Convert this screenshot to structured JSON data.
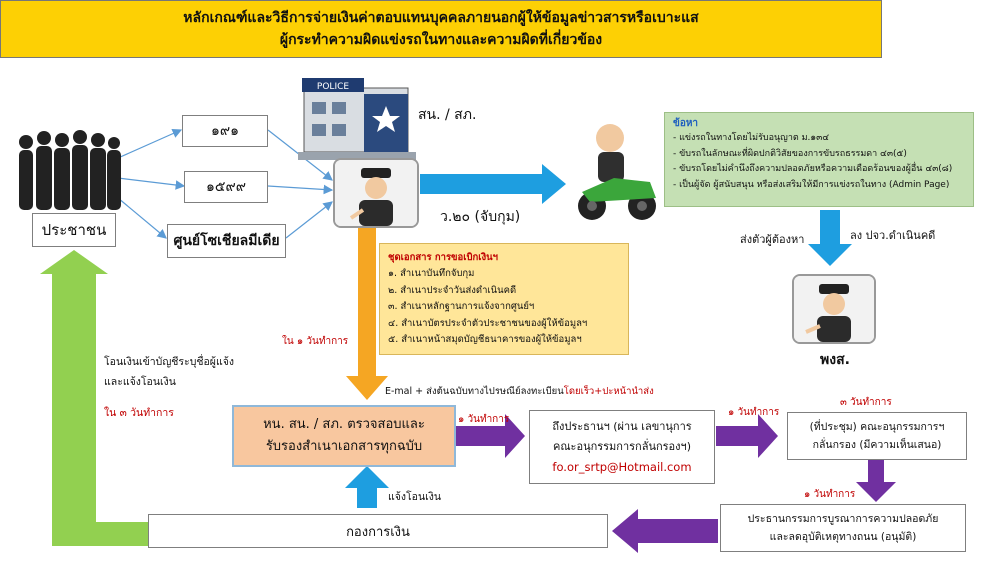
{
  "title": {
    "line1": "หลักเกณฑ์และวิธีการจ่ายเงินค่าตอบแทนบุคคลภายนอกผู้ให้ข้อมูลข่าวสารหรือเบาะแส",
    "line2": "ผู้กระทำความผิดแข่งรถในทางและความผิดที่เกี่ยวข้อง"
  },
  "people": {
    "label": "ประชาชน"
  },
  "channels": [
    "๑๙๑",
    "๑๕๙๙",
    "ศูนย์โซเชียลมีเดีย"
  ],
  "station": {
    "label": "สน. / สภ.",
    "sign": "POLICE"
  },
  "arrest": {
    "label": "ว.๒๐ (จับกุม)"
  },
  "charges": {
    "title": "ข้อหา",
    "items": [
      "- แข่งรถในทางโดยไม่รับอนุญาต ม.๑๓๔",
      "- ขับรถในลักษณะที่ผิดปกติวิสัยของการขับรถธรรมดา ๔๓(๕)",
      "- ขับรถโดยไม่คำนึงถึงความปลอดภัยหรือความเดือดร้อนของผู้อื่น ๔๓(๘)",
      "- เป็นผู้จัด ผู้สนับสนุน หรือส่งเสริมให้มีการแข่งรถในทาง (Admin Page)"
    ]
  },
  "to_prosecutor": {
    "left": "ส่งตัวผู้ต้องหา",
    "right": "ลง ปจว.ดำเนินคดี"
  },
  "prosecutor": {
    "label": "พงส."
  },
  "documents": {
    "title": "ชุดเอกสาร การขอเบิกเงินฯ",
    "items": [
      "๑. สำเนาบันทึกจับกุม",
      "๒. สำเนาประจำวันส่งดำเนินคดี",
      "๓. สำเนาหลักฐานการแจ้งจากศูนย์ฯ",
      "๔. สำเนาบัตรประจำตัวประชาชนของผู้ให้ข้อมูลฯ",
      "๕. สำเนาหน้าสมุดบัญชีธนาคารของผู้ให้ข้อมูลฯ"
    ]
  },
  "timing": {
    "in_1_day": "ใน ๑ วันทำการ",
    "day_1": "๑ วันทำการ",
    "day_3": "๓ วันทำการ",
    "in_3_days": "ใน ๓ วันทำการ"
  },
  "email_note": {
    "main": "E-mal + ส่งต้นฉบับทางไปรษณีย์ลงทะเบียน",
    "emphasis": "โดยเร็ว+ปะหน้านำส่ง"
  },
  "verify": {
    "line1": "หน. สน. / สภ. ตรวจสอบและ",
    "line2": "รับรองสำเนาเอกสารทุกฉบับ"
  },
  "chairman": {
    "line1": "ถึงประธานฯ (ผ่าน เลขานุการ",
    "line2": "คณะอนุกรรมการกลั่นกรองฯ)",
    "email": "fo.or_srtp@Hotmail.com"
  },
  "screening": {
    "line1": "(ที่ประชุม) คณะอนุกรรมการฯ",
    "line2": "กลั่นกรอง (มีความเห็นเสนอ)"
  },
  "committee": {
    "line1": "ประธานกรรมการบูรณาการความปลอดภัย",
    "line2": "และลดอุบัติเหตุทางถนน (อนุมัติ)"
  },
  "finance": {
    "label": "กองการเงิน",
    "notify": "แจ้งโอนเงิน"
  },
  "payment": {
    "line1": "โอนเงินเข้าบัญชีระบุชื่อผู้แจ้ง",
    "line2": "และแจ้งโอนเงิน"
  },
  "colors": {
    "title_bg": "#fdd004",
    "blue_arrow": "#1e9ee0",
    "purple_arrow": "#7030a0",
    "green_arrow": "#92d050",
    "orange_arrow": "#f5a623",
    "verify_bg": "#f8c79f",
    "docs_bg": "#ffe699",
    "charges_bg": "#c5e0b4"
  }
}
